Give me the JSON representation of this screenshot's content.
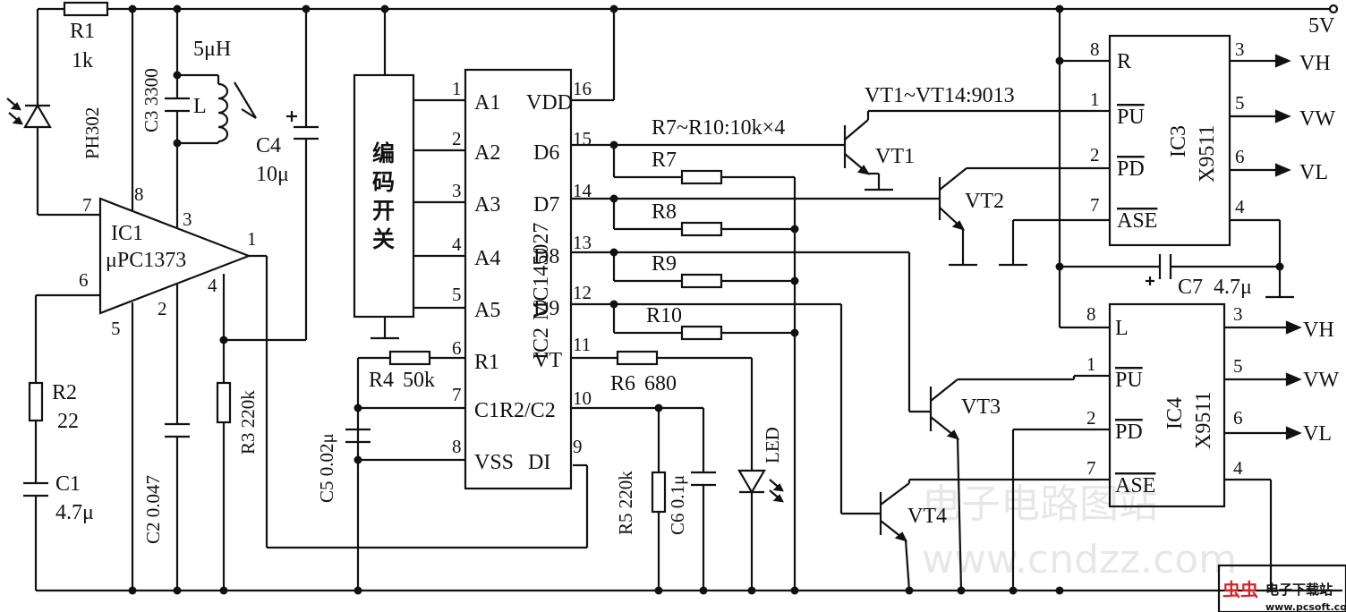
{
  "supply": {
    "label": "5V"
  },
  "components": {
    "r1": {
      "name": "R1",
      "value": "1k"
    },
    "r2": {
      "name": "R2",
      "value": "22"
    },
    "r3": {
      "name": "R3",
      "value": "220k"
    },
    "r4": {
      "name": "R4",
      "value": "50k"
    },
    "r5": {
      "name": "R5",
      "value": "220k"
    },
    "r6": {
      "name": "R6",
      "value": "680"
    },
    "r7": {
      "name": "R7"
    },
    "r8": {
      "name": "R8"
    },
    "r9": {
      "name": "R9"
    },
    "r10": {
      "name": "R10"
    },
    "r_group_note": "R7~R10:10k×4",
    "c1": {
      "name": "C1",
      "value": "4.7μ"
    },
    "c2": {
      "name": "C2",
      "value": "0.047"
    },
    "c3": {
      "name": "C3",
      "value": "3300"
    },
    "c4": {
      "name": "C4",
      "value": "10μ"
    },
    "c5": {
      "name": "C5",
      "value": "0.02μ"
    },
    "c6": {
      "name": "C6",
      "value": "0.1μ"
    },
    "c7": {
      "name": "C7",
      "value": "4.7μ"
    },
    "l": {
      "name": "L",
      "value": "5μH"
    },
    "photodiode": {
      "name": "PH302"
    },
    "led": {
      "name": "LED"
    },
    "transistor_note": "VT1~VT14:9013",
    "vt1": "VT1",
    "vt2": "VT2",
    "vt3": "VT3",
    "vt4": "VT4",
    "switch": {
      "name": "编码开关"
    }
  },
  "ic1": {
    "name": "IC1",
    "part": "μPC1373",
    "pins": {
      "p7": "7",
      "p8": "8",
      "p3": "3",
      "p1": "1",
      "p6": "6",
      "p5": "5",
      "p2": "2",
      "p4": "4"
    }
  },
  "ic2": {
    "name": "IC2",
    "part": "MC145027",
    "left_pins": [
      {
        "num": "1",
        "label": "A1"
      },
      {
        "num": "2",
        "label": "A2"
      },
      {
        "num": "3",
        "label": "A3"
      },
      {
        "num": "4",
        "label": "A4"
      },
      {
        "num": "5",
        "label": "A5"
      },
      {
        "num": "6",
        "label": "R1"
      },
      {
        "num": "7",
        "label": "C1R2/C2"
      },
      {
        "num": "8",
        "label": "VSS"
      }
    ],
    "right_pins": [
      {
        "num": "16",
        "label": "VDD"
      },
      {
        "num": "15",
        "label": "D6"
      },
      {
        "num": "14",
        "label": "D7"
      },
      {
        "num": "13",
        "label": "D8"
      },
      {
        "num": "12",
        "label": "D9"
      },
      {
        "num": "11",
        "label": "VT"
      },
      {
        "num": "10",
        "label": ""
      },
      {
        "num": "9",
        "label": "DI"
      }
    ]
  },
  "ic3": {
    "name": "IC3",
    "part": "X9511",
    "left_pins": [
      {
        "num": "8",
        "label": "R"
      },
      {
        "num": "1",
        "label": "PU"
      },
      {
        "num": "2",
        "label": "PD"
      },
      {
        "num": "7",
        "label": "ASE"
      }
    ],
    "right_pins": [
      {
        "num": "3",
        "out": "VH"
      },
      {
        "num": "5",
        "out": "VW"
      },
      {
        "num": "6",
        "out": "VL"
      },
      {
        "num": "4",
        "out": ""
      }
    ]
  },
  "ic4": {
    "name": "IC4",
    "part": "X9511",
    "left_pins": [
      {
        "num": "8",
        "label": "L"
      },
      {
        "num": "1",
        "label": "PU"
      },
      {
        "num": "2",
        "label": "PD"
      },
      {
        "num": "7",
        "label": "ASE"
      }
    ],
    "right_pins": [
      {
        "num": "3",
        "out": "VH"
      },
      {
        "num": "5",
        "out": "VW"
      },
      {
        "num": "6",
        "out": "VL"
      },
      {
        "num": "4",
        "out": ""
      }
    ]
  },
  "watermark": {
    "cn": "电子电路图站",
    "url": "www.cndzz.com"
  },
  "logo": {
    "brand": "电子下载站",
    "site": "www.pcsoft.com"
  }
}
